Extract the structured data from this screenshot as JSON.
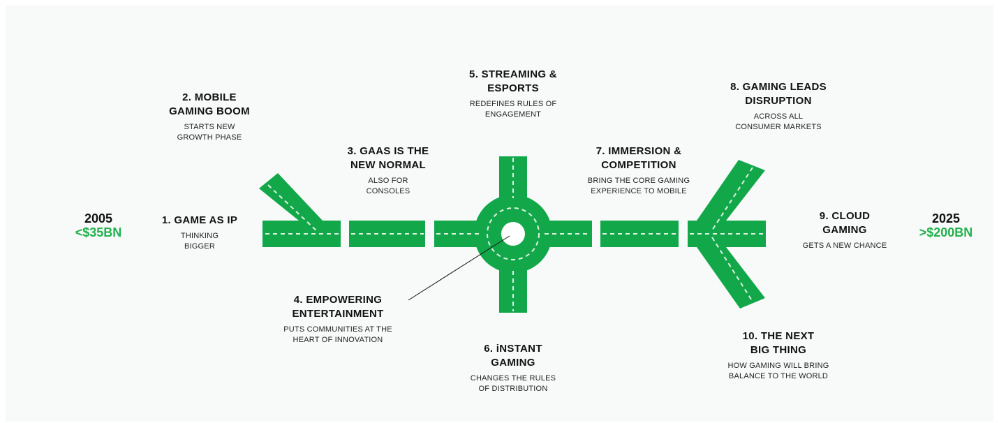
{
  "colors": {
    "road": "#12a84a",
    "lane": "#dff2e3",
    "accent": "#22b14c",
    "background": "#f7faf8"
  },
  "start": {
    "year": "2005",
    "value": "<$35BN"
  },
  "end": {
    "year": "2025",
    "value": ">$200BN"
  },
  "milestones": [
    {
      "title_1": "1. GAME AS IP",
      "title_2": "",
      "sub_1": "THINKING",
      "sub_2": "BIGGER"
    },
    {
      "title_1": "2. MOBILE",
      "title_2": "GAMING BOOM",
      "sub_1": "STARTS NEW",
      "sub_2": "GROWTH PHASE"
    },
    {
      "title_1": "3. GAAS IS THE",
      "title_2": "NEW NORMAL",
      "sub_1": "ALSO FOR",
      "sub_2": "CONSOLES"
    },
    {
      "title_1": "4. EMPOWERING",
      "title_2": "ENTERTAINMENT",
      "sub_1": "PUTS COMMUNITIES AT THE",
      "sub_2": "HEART OF INNOVATION"
    },
    {
      "title_1": "5. STREAMING &",
      "title_2": "ESPORTS",
      "sub_1": "REDEFINES RULES OF",
      "sub_2": "ENGAGEMENT"
    },
    {
      "title_1": "6. iNSTANT",
      "title_2": "GAMING",
      "sub_1": "CHANGES THE RULES",
      "sub_2": "OF DISTRIBUTION"
    },
    {
      "title_1": "7. IMMERSION &",
      "title_2": "COMPETITION",
      "sub_1": "BRING THE CORE GAMING",
      "sub_2": "EXPERIENCE TO MOBILE"
    },
    {
      "title_1": "8. GAMING LEADS",
      "title_2": "DISRUPTION",
      "sub_1": "ACROSS ALL",
      "sub_2": "CONSUMER MARKETS"
    },
    {
      "title_1": "9. CLOUD",
      "title_2": "GAMING",
      "sub_1": "GETS A NEW CHANCE",
      "sub_2": ""
    },
    {
      "title_1": "10. THE NEXT",
      "title_2": "BIG THING",
      "sub_1": "HOW GAMING WILL BRING",
      "sub_2": "BALANCE TO THE WORLD"
    }
  ]
}
